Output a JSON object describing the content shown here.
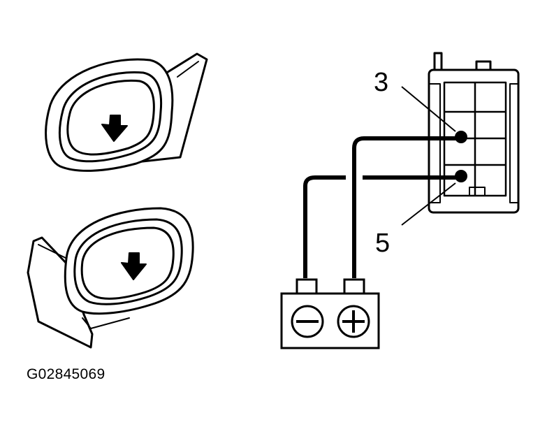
{
  "figure_code": "G02845069",
  "pin_labels": {
    "upper": "3",
    "lower": "5"
  },
  "battery": {
    "negative_symbol": "minus-icon",
    "positive_symbol": "plus-icon"
  },
  "mirrors": [
    {
      "side": "right",
      "arrow": "down-arrow-icon"
    },
    {
      "side": "left",
      "arrow": "down-arrow-icon"
    }
  ]
}
